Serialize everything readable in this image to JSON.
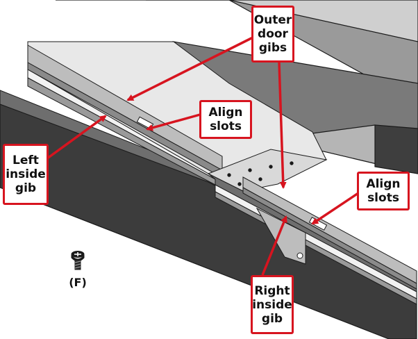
{
  "labels": {
    "outer_door_gibs": "Outer\ndoor\ngibs",
    "align_slots_top": "Align\nslots",
    "left_inside_gib": "Left\ninside\ngib",
    "align_slots_right": "Align\nslots",
    "right_inside_gib": "Right\ninside\ngib"
  },
  "part": {
    "fastener_label": "(F)",
    "fastener_icon": "screw-icon"
  },
  "colors": {
    "callout": "#d7141f",
    "dark": "#3a3a3a",
    "mid": "#8c8c8c",
    "light": "#cfcfcf",
    "line": "#1a1a1a"
  }
}
